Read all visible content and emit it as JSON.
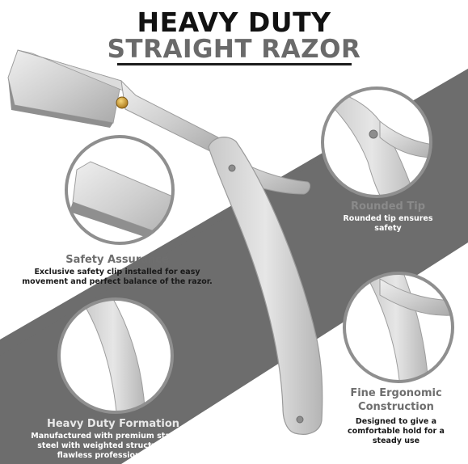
{
  "header": {
    "title_line1": "HEAVY DUTY",
    "title_line2": "STRAIGHT RAZOR"
  },
  "features": {
    "safety": {
      "title": "Safety Assurance",
      "desc_line1": "Exclusive safety clip installed for easy",
      "desc_line2": "movement and perfect balance of the razor."
    },
    "rounded_tip": {
      "title": "Rounded Tip",
      "desc_line1": "Rounded tip ensures",
      "desc_line2": "safety"
    },
    "ergonomic": {
      "title_line1": "Fine Ergonomic",
      "title_line2": "Construction",
      "desc_line1": "Designed to give a",
      "desc_line2": "comfortable hold for a",
      "desc_line3": "steady use"
    },
    "heavy_duty": {
      "title": "Heavy Duty Formation",
      "desc_line1": "Manufactured with premium stainless",
      "desc_line2": "steel with weighted structure for a",
      "desc_line3": "flawless professional use."
    }
  },
  "colors": {
    "band": "#6d6d6d",
    "title_dark": "#121212",
    "title_gray": "#6a6a6a",
    "steel_light": "#e2e2e2",
    "steel_dark": "#a9a9a9",
    "pin_gold": "#c9962a"
  }
}
